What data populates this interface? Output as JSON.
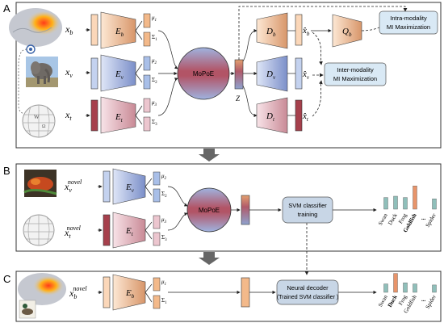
{
  "panels": [
    {
      "letter": "A"
    },
    {
      "letter": "B"
    },
    {
      "letter": "C"
    }
  ],
  "panel_a": {
    "inputs": [
      {
        "image": "brain-fmri",
        "var": "x",
        "sub": "b"
      },
      {
        "image": "elephant-photo",
        "var": "x",
        "sub": "v"
      },
      {
        "image": "wikipedia-globe",
        "var": "x",
        "sub": "t"
      }
    ],
    "encoders": [
      {
        "var": "E",
        "sub": "b",
        "mu_sub": "1",
        "sigma_sub": "1"
      },
      {
        "var": "E",
        "sub": "v",
        "mu_sub": "2",
        "sigma_sub": "2"
      },
      {
        "var": "E",
        "sub": "t",
        "mu_sub": "3",
        "sigma_sub": "3"
      }
    ],
    "mu_symbol": "μ",
    "sigma_symbol": "Σ",
    "moe_label": "MoPoE",
    "latent_label": "Z",
    "decoders": [
      {
        "var": "D",
        "sub": "b",
        "out_var": "x̂",
        "out_sub": "b"
      },
      {
        "var": "D",
        "sub": "v",
        "out_var": "x̂",
        "out_sub": "v"
      },
      {
        "var": "D",
        "sub": "t",
        "out_var": "x̂",
        "out_sub": "t"
      }
    ],
    "q_block": {
      "var": "Q",
      "sub": "b"
    },
    "intra_box": [
      "Intra-modality",
      "MI Maximization"
    ],
    "inter_box": [
      "Inter-modality",
      "MI Maximization"
    ]
  },
  "panel_b": {
    "inputs": [
      {
        "image": "fish-photo",
        "var": "x",
        "sub": "v",
        "sup": "novel"
      },
      {
        "image": "wikipedia-globe",
        "var": "x",
        "sub": "t",
        "sup": "novel"
      }
    ],
    "encoders": [
      {
        "var": "E",
        "sub": "v",
        "mu_sub": "2",
        "sigma_sub": "2"
      },
      {
        "var": "E",
        "sub": "t",
        "mu_sub": "3",
        "sigma_sub": "3"
      }
    ],
    "moe_label": "MoPoE",
    "svm_box": [
      "SVM classifier",
      "training"
    ],
    "class_labels": [
      "Swan",
      "Duck",
      "Frog",
      "Goldfish",
      "...",
      "Spider"
    ],
    "bold_label_index": 3,
    "chart_data": {
      "type": "bar",
      "categories": [
        "Swan",
        "Duck",
        "Frog",
        "Goldfish",
        "...",
        "Spider"
      ],
      "values": [
        0.45,
        0.5,
        0.45,
        0.9,
        null,
        0.4
      ],
      "highlight_index": 3,
      "colors": {
        "normal": "#8fbfba",
        "highlight": "#e8946a"
      }
    }
  },
  "panel_c": {
    "inputs": [
      {
        "image": "brain-fmri-with-duck",
        "var": "x",
        "sub": "b",
        "sup": "novel"
      }
    ],
    "encoders": [
      {
        "var": "E",
        "sub": "b",
        "mu_sub": "1",
        "sigma_sub": "1"
      }
    ],
    "decoder_box": [
      "Neural decoder",
      "(Trained SVM classifier )"
    ],
    "class_labels": [
      "Swan",
      "Duck",
      "Frog",
      "Goldfish",
      "...",
      "Spider"
    ],
    "bold_label_index": 1,
    "chart_data": {
      "type": "bar",
      "categories": [
        "Swan",
        "Duck",
        "Frog",
        "Goldfish",
        "...",
        "Spider"
      ],
      "values": [
        0.4,
        0.9,
        0.45,
        0.4,
        null,
        0.35
      ],
      "highlight_index": 1,
      "colors": {
        "normal": "#8fbfba",
        "highlight": "#e8946a"
      }
    }
  },
  "colors": {
    "brain": "#f6c49b",
    "visual": "#9fb3e0",
    "text": "#a6404c",
    "text_light": "#e9c8cf",
    "latent_box": "#d9e9f5",
    "svm_box": "#c8d6e6",
    "moe_center": "#a24a5a",
    "moe_edge": "#8fa3cf"
  }
}
